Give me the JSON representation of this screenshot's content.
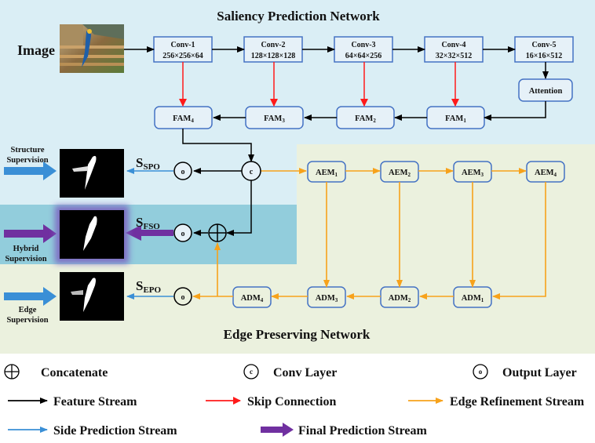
{
  "title_top": "Saliency Prediction Network",
  "title_bottom": "Edge Preserving Network",
  "image_label": "Image",
  "conv_blocks": [
    {
      "name": "Conv-1",
      "dims": "256×256×64"
    },
    {
      "name": "Conv-2",
      "dims": "128×128×128"
    },
    {
      "name": "Conv-3",
      "dims": "64×64×256"
    },
    {
      "name": "Conv-4",
      "dims": "32×32×512"
    },
    {
      "name": "Conv-5",
      "dims": "16×16×512"
    }
  ],
  "attention_label": "Attention",
  "fam_blocks": [
    {
      "base": "FAM",
      "sub": "4"
    },
    {
      "base": "FAM",
      "sub": "3"
    },
    {
      "base": "FAM",
      "sub": "2"
    },
    {
      "base": "FAM",
      "sub": "1"
    }
  ],
  "aem_blocks": [
    {
      "base": "AEM",
      "sub": "1"
    },
    {
      "base": "AEM",
      "sub": "2"
    },
    {
      "base": "AEM",
      "sub": "3"
    },
    {
      "base": "AEM",
      "sub": "4"
    }
  ],
  "adm_blocks": [
    {
      "base": "ADM",
      "sub": "4"
    },
    {
      "base": "ADM",
      "sub": "3"
    },
    {
      "base": "ADM",
      "sub": "2"
    },
    {
      "base": "ADM",
      "sub": "1"
    }
  ],
  "outputs": [
    {
      "base": "S",
      "sub": "SPO",
      "supervision": [
        "Structure",
        "Supervision"
      ]
    },
    {
      "base": "S",
      "sub": "FSO",
      "supervision": [
        "Hybrid",
        "Supervision"
      ]
    },
    {
      "base": "S",
      "sub": "EPO",
      "supervision": [
        "Edge",
        "Supervision"
      ]
    }
  ],
  "node_symbols": {
    "conv": "c",
    "output": "o"
  },
  "legend": {
    "concatenate": "Concatenate",
    "conv_layer": "Conv Layer",
    "output_layer": "Output Layer",
    "feature_stream": "Feature Stream",
    "skip_connection": "Skip Connection",
    "edge_refinement": "Edge Refinement Stream",
    "side_prediction": "Side Prediction Stream",
    "final_prediction": "Final Prediction Stream"
  },
  "colors": {
    "feature": "#000000",
    "skip": "#ff1a1a",
    "edge": "#f7a21b",
    "side": "#3a8fd6",
    "final": "#7030a0",
    "box_border": "#4472c4",
    "top_bg": "#daeef5",
    "band_bg": "#92cddc",
    "green_bg": "#ebf1de"
  }
}
